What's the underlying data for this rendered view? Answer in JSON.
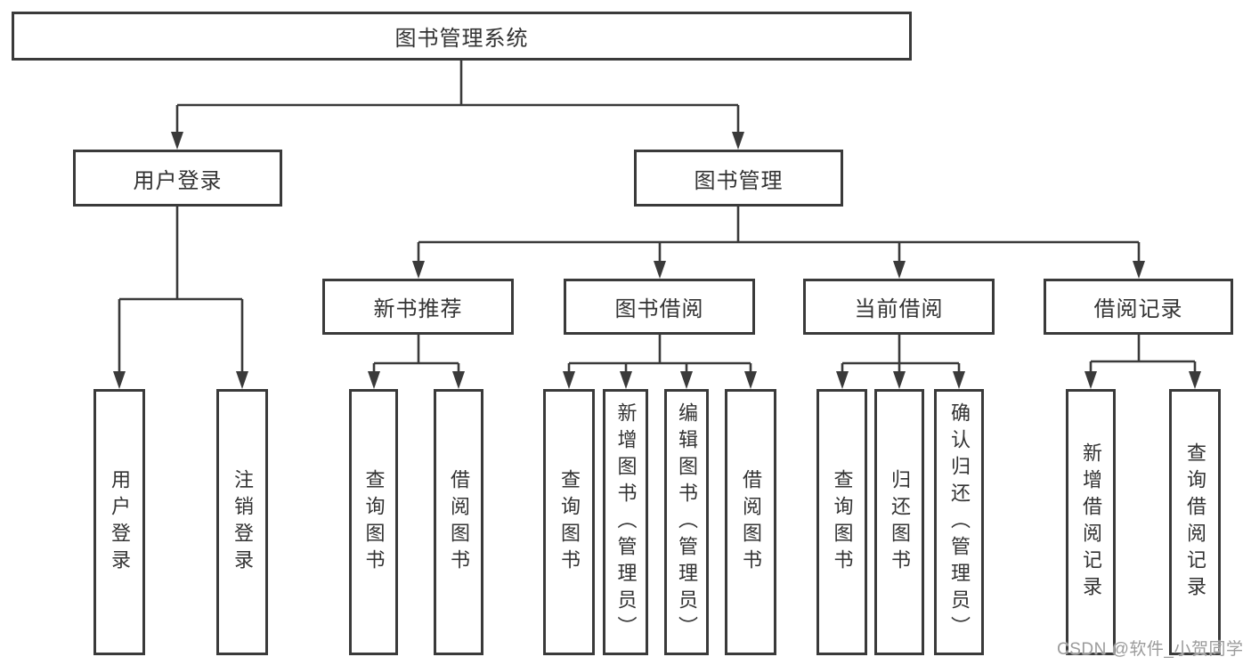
{
  "diagram": {
    "root": {
      "label": "图书管理系统"
    },
    "branches": [
      {
        "label": "用户登录",
        "children": [
          {
            "label": "用户登录"
          },
          {
            "label": "注销登录"
          }
        ]
      },
      {
        "label": "图书管理",
        "children": [
          {
            "label": "新书推荐",
            "children": [
              {
                "label": "查询图书"
              },
              {
                "label": "借阅图书"
              }
            ]
          },
          {
            "label": "图书借阅",
            "children": [
              {
                "label": "查询图书"
              },
              {
                "label": "新增图书（管理员）"
              },
              {
                "label": "编辑图书（管理员）"
              },
              {
                "label": "借阅图书"
              }
            ]
          },
          {
            "label": "当前借阅",
            "children": [
              {
                "label": "查询图书"
              },
              {
                "label": "归还图书"
              },
              {
                "label": "确认归还（管理员）"
              }
            ]
          },
          {
            "label": "借阅记录",
            "children": [
              {
                "label": "新增借阅记录"
              },
              {
                "label": "查询借阅记录"
              }
            ]
          }
        ]
      }
    ]
  },
  "watermark": {
    "text": "CSDN @软件_小贺同学"
  },
  "colors": {
    "line": "#3a3a3a",
    "text": "#333333",
    "watermark": "#9b9b9b",
    "background": "#ffffff"
  }
}
